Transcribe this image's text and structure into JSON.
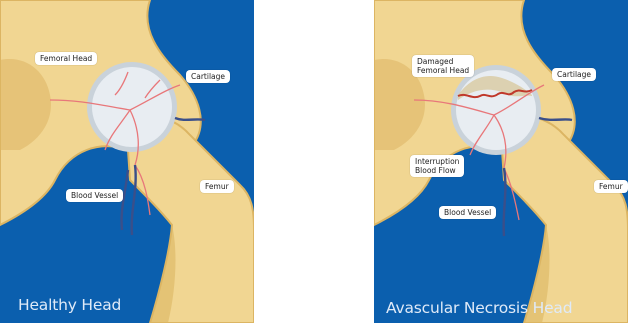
{
  "colors": {
    "background": "#0b5fae",
    "bone": "#f1d692",
    "bone_shadow": "#dcb563",
    "joint": "#e8edf2",
    "cartilage": "#c9d2da",
    "artery": "#e8777a",
    "vein": "#3a4f8a",
    "damage": "#c0392b"
  },
  "left_panel": {
    "labels": {
      "femoral_head": "Femoral Head",
      "cartilage": "Cartilage",
      "blood_vessel": "Blood Vessel",
      "femur": "Femur"
    },
    "caption": "Healthy Head"
  },
  "right_panel": {
    "labels": {
      "damaged_head": "Damaged\nFemoral Head",
      "cartilage": "Cartilage",
      "interruption": "Interruption\nBlood Flow",
      "blood_vessel": "Blood Vessel",
      "femur": "Femur"
    },
    "caption": "Avascular Necrosis Head"
  }
}
